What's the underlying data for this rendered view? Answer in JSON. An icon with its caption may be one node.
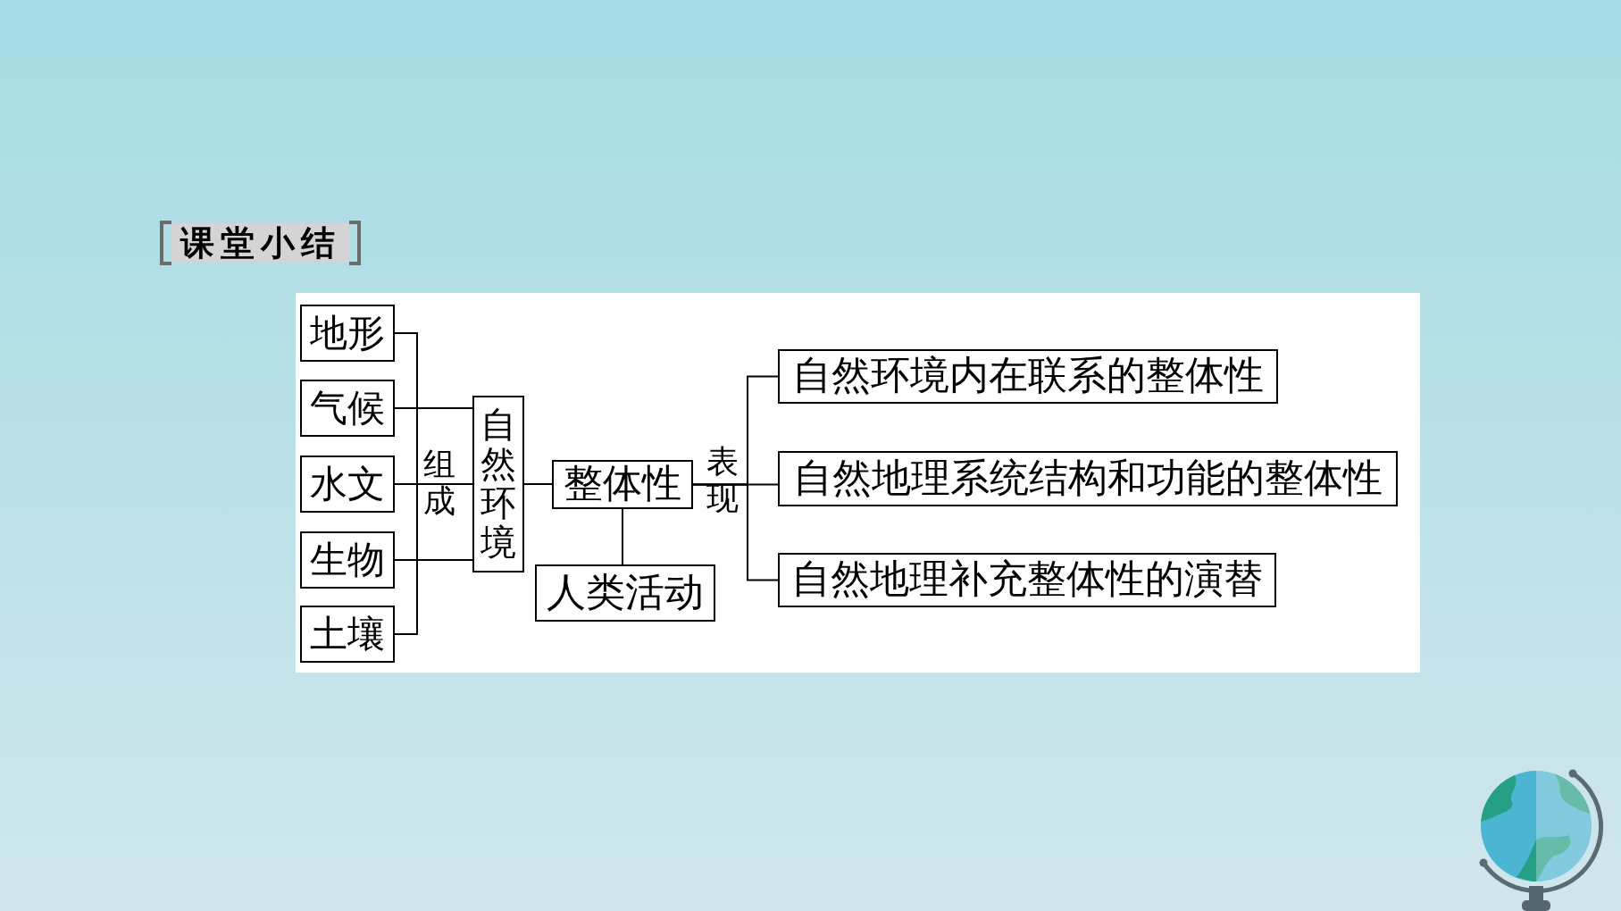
{
  "diagram": {
    "title": "课堂小结",
    "nodes": [
      {
        "text": [
          "地形"
        ]
      },
      {
        "text": [
          "气候"
        ]
      },
      {
        "text": [
          "水文"
        ]
      },
      {
        "text": [
          "生物"
        ]
      },
      {
        "text": [
          "土壤"
        ]
      },
      {
        "text": [
          "自然环境"
        ]
      },
      {
        "text": [
          "整体性"
        ]
      },
      {
        "text": [
          "人类活动"
        ]
      },
      {
        "text": [
          "自然环境内在联系的整体性"
        ]
      },
      {
        "text": [
          "自然地理系统结构和功能的整体性"
        ]
      },
      {
        "text": [
          "自然地理补充整体性的演替"
        ]
      }
    ],
    "edges": [
      {
        "from": 0,
        "to": 5,
        "arrow": "none"
      },
      {
        "from": 1,
        "to": 5,
        "arrow": "none"
      },
      {
        "from": 2,
        "to": 5,
        "arrow": "none",
        "label": "组成"
      },
      {
        "from": 3,
        "to": 5,
        "arrow": "none"
      },
      {
        "from": 4,
        "to": 5,
        "arrow": "none"
      },
      {
        "from": 5,
        "to": 6,
        "arrow": "none"
      },
      {
        "from": 6,
        "to": 7,
        "arrow": "none"
      },
      {
        "from": 6,
        "to": 8,
        "arrow": "none"
      },
      {
        "from": 6,
        "to": 9,
        "arrow": "none",
        "label": "表现"
      },
      {
        "from": 6,
        "to": 10,
        "arrow": "none"
      }
    ]
  }
}
